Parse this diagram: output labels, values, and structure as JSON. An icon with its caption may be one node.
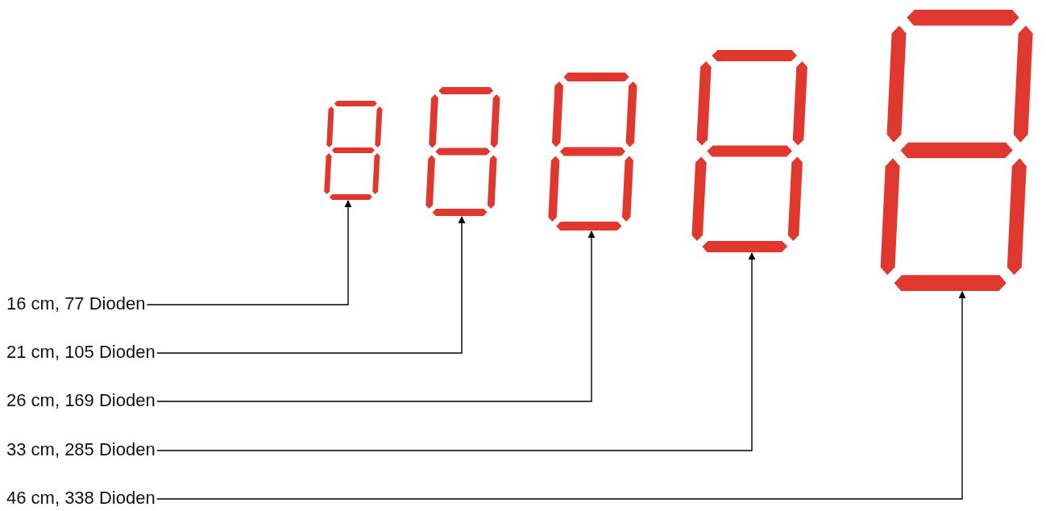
{
  "diagram": {
    "nodes": [
      {
        "text": [
          "16 cm, 77 Dioden"
        ]
      },
      {
        "text": [
          "21 cm, 105 Dioden"
        ]
      },
      {
        "text": [
          "26 cm, 169 Dioden"
        ]
      },
      {
        "text": [
          "33 cm, 285 Dioden"
        ]
      },
      {
        "text": [
          "46 cm, 338 Dioden"
        ]
      },
      {
        "text": [],
        "shape": "picture"
      },
      {
        "text": [],
        "shape": "picture"
      },
      {
        "text": [],
        "shape": "picture"
      },
      {
        "text": [],
        "shape": "picture"
      },
      {
        "text": [],
        "shape": "picture"
      }
    ],
    "edges": [
      {
        "from": 0,
        "to": 5,
        "arrow": "to"
      },
      {
        "from": 1,
        "to": 6,
        "arrow": "to"
      },
      {
        "from": 2,
        "to": 7,
        "arrow": "to"
      },
      {
        "from": 3,
        "to": 8,
        "arrow": "to"
      },
      {
        "from": 4,
        "to": 9,
        "arrow": "to"
      }
    ]
  }
}
